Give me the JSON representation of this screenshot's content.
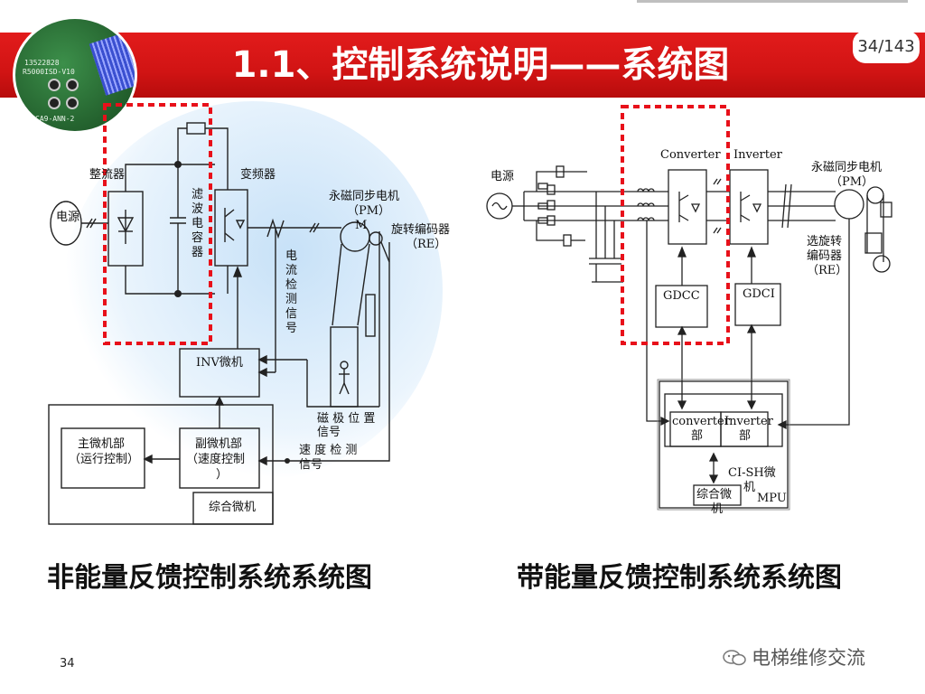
{
  "slide": {
    "title": "1.1、控制系统说明——系统图",
    "page_counter": "34/143",
    "page_number": "34",
    "watermark": "电梯维修交流",
    "board_photo_texts": [
      "13522828",
      "R5000ISD-V10",
      "CA9-ANN-2"
    ]
  },
  "left_diagram": {
    "caption": "非能量反馈控制系统系统图",
    "labels": {
      "power": "电源",
      "rectifier": "整流器",
      "filter_capacitor": "滤波电容器",
      "inverter": "变频器",
      "motor": "永磁同步电机",
      "motor_abbr": "（PM）",
      "motor_symbol": "M",
      "encoder": "旋转编码器",
      "encoder_abbr": "（RE）",
      "current_signal": "电流检测信号",
      "inv_mcu": "INV微机",
      "pole_position_line1": "磁 极 位 置",
      "pole_position_line2": "信号",
      "speed_signal_line1": "速 度 检 测",
      "speed_signal_line2": "信号",
      "main_mcu_line1": "主微机部",
      "main_mcu_line2": "（运行控制）",
      "sub_mcu_line1": "副微机部",
      "sub_mcu_line2": "（速度控制",
      "sub_mcu_line3": "）",
      "integrated_mcu": "综合微机"
    }
  },
  "right_diagram": {
    "caption": "带能量反馈控制系统系统图",
    "labels": {
      "power": "电源",
      "converter": "Converter",
      "inverter": "Inverter",
      "motor": "永磁同步电机",
      "motor_abbr": "（PM）",
      "encoder_line1": "选旋转",
      "encoder_line2": "编码器",
      "encoder_abbr": "（RE）",
      "gdcc": "GDCC",
      "gdci": "GDCI",
      "converter_part_line1": "converter",
      "converter_part_line2": "部",
      "inverter_part_line1": "Inverter",
      "inverter_part_line2": "部",
      "cish_line1": "CI-SH微",
      "cish_line2": "机",
      "integrated_line1": "综合微",
      "integrated_line2": "机",
      "mpu": "MPU"
    }
  },
  "colors": {
    "title_bar": "#d11414",
    "highlight_dash": "#e8101a",
    "glow": "#cfe4f6"
  }
}
